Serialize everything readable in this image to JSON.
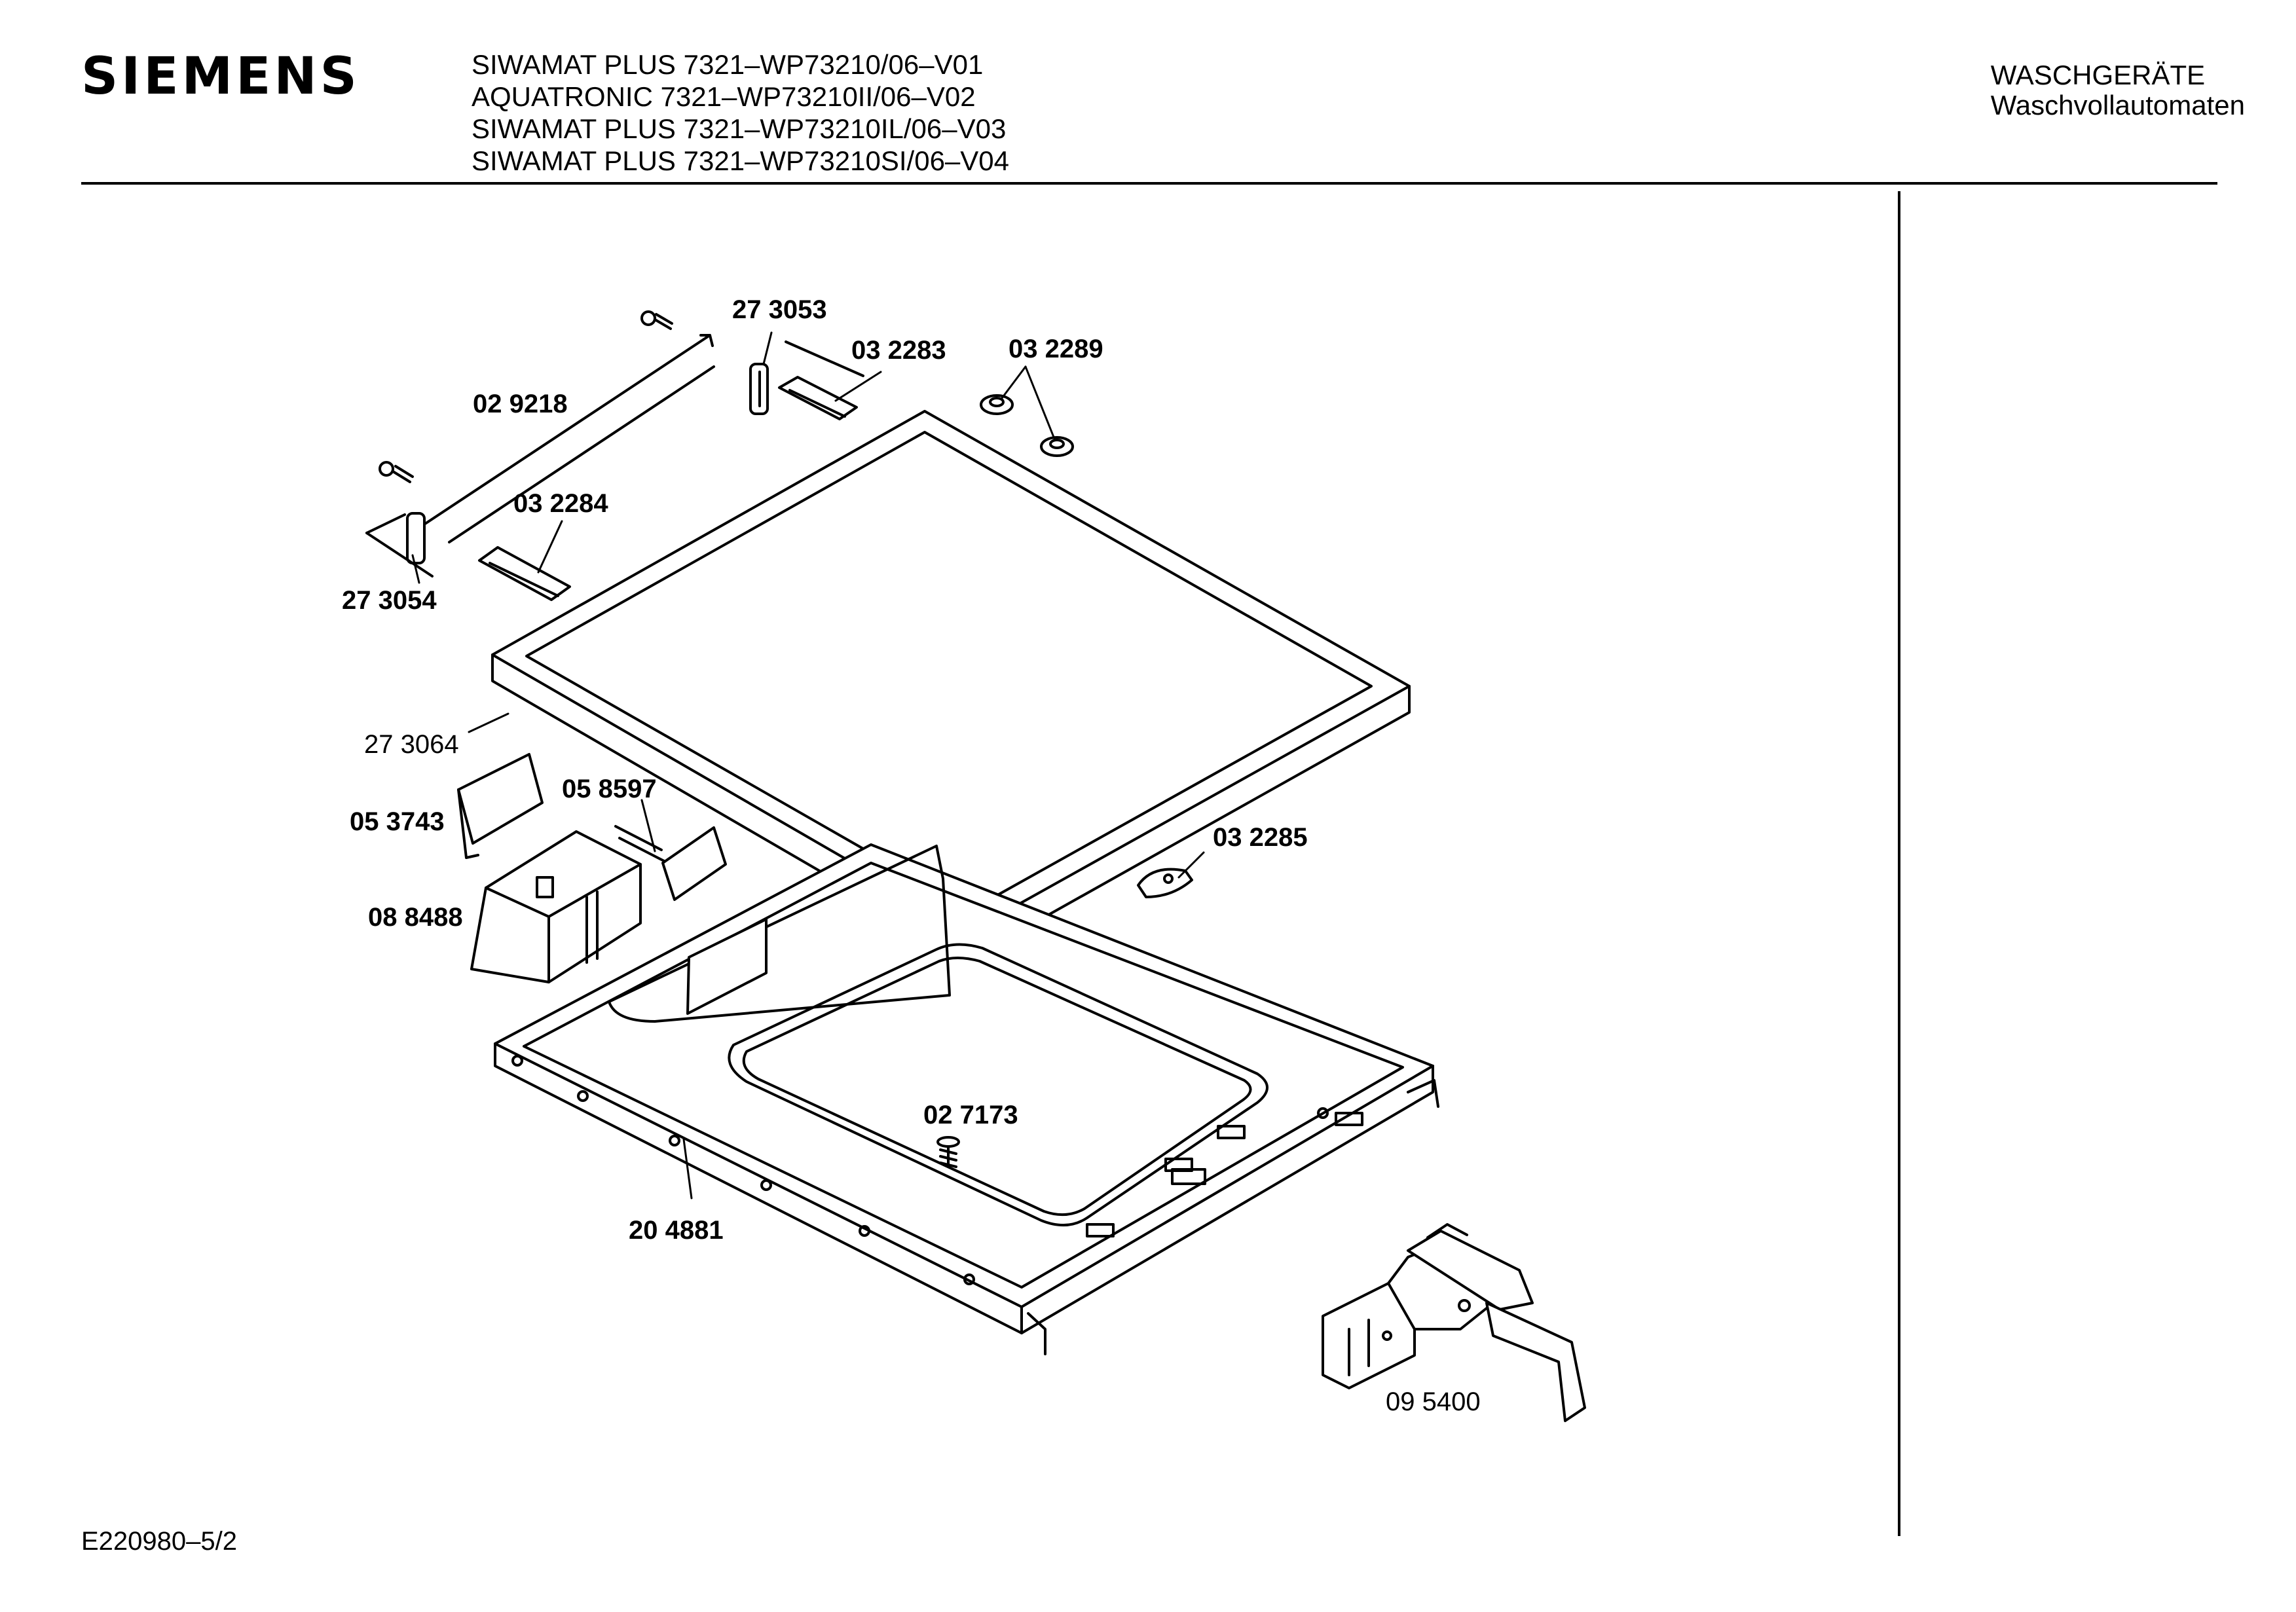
{
  "header": {
    "brand": "SIEMENS",
    "models": [
      "SIWAMAT PLUS 7321–WP73210/06–V01",
      "AQUATRONIC 7321–WP73210II/06–V02",
      "SIWAMAT PLUS 7321–WP73210IL/06–V03",
      "SIWAMAT PLUS 7321–WP73210SI/06–V04"
    ],
    "category_line1": "WASCHGERÄTE",
    "category_line2": "Waschvollautomaten"
  },
  "parts": [
    {
      "id": "p273053",
      "label": "27 3053"
    },
    {
      "id": "p032283",
      "label": "03 2283"
    },
    {
      "id": "p032289",
      "label": "03 2289"
    },
    {
      "id": "p029218",
      "label": "02 9218"
    },
    {
      "id": "p032284",
      "label": "03 2284"
    },
    {
      "id": "p273054",
      "label": "27 3054"
    },
    {
      "id": "p273064",
      "label": "27 3064"
    },
    {
      "id": "p053743",
      "label": "05 3743"
    },
    {
      "id": "p058597",
      "label": "05 8597"
    },
    {
      "id": "p088488",
      "label": "08 8488"
    },
    {
      "id": "p032285",
      "label": "03 2285"
    },
    {
      "id": "p027173",
      "label": "02 7173"
    },
    {
      "id": "p204881",
      "label": "20 4881"
    },
    {
      "id": "p095400",
      "label": "09 5400"
    }
  ],
  "footer": {
    "drawing_code": "E220980–5/2"
  }
}
